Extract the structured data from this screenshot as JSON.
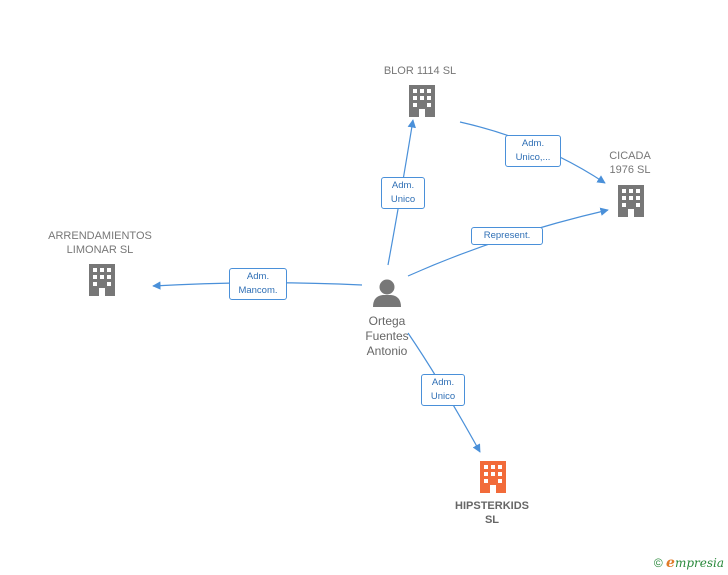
{
  "colors": {
    "edge": "#4a90d9",
    "company_icon": "#777777",
    "focus_company_icon": "#f26b3a",
    "person_icon": "#777777"
  },
  "nodes": {
    "blor": {
      "label": "BLOR 1114  SL",
      "icon": "building-icon"
    },
    "cicada": {
      "label": "CICADA\n1976  SL",
      "icon": "building-icon"
    },
    "arrendamientos": {
      "label": "ARRENDAMIENTOS\nLIMONAR SL",
      "icon": "building-icon"
    },
    "person": {
      "label": "Ortega\nFuentes\nAntonio",
      "icon": "person-icon"
    },
    "hipsterkids": {
      "label": "HIPSTERKIDS\nSL",
      "icon": "building-icon"
    }
  },
  "edges": {
    "person_blor": "Adm.\nUnico",
    "blor_cicada": "Adm.\nUnico,...",
    "person_cicada": "Represent.",
    "person_arrendamientos": "Adm.\nMancom.",
    "person_hipsterkids": "Adm.\nUnico"
  },
  "watermark": {
    "copyright": "©",
    "brand_initial": "e",
    "brand_rest": "mpresia"
  }
}
